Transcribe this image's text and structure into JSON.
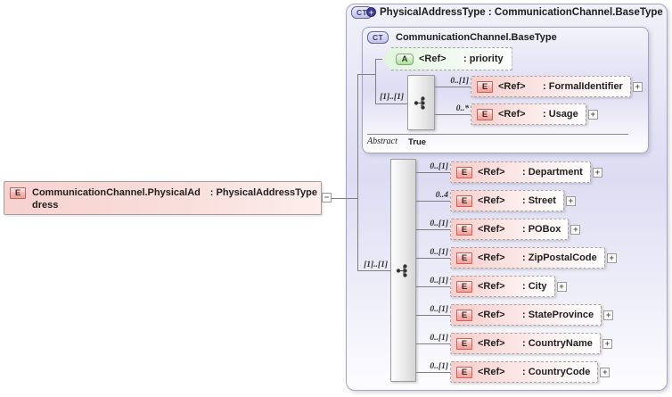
{
  "icons": {
    "complex_type": "CT",
    "complex_type_plus": "+",
    "element": "E",
    "attribute": "A",
    "expand": "+",
    "collapse": "−"
  },
  "root_element": {
    "name": "CommunicationChannel.PhysicalAddress",
    "type": ": PhysicalAddressType"
  },
  "outer_type": {
    "title": "PhysicalAddressType : CommunicationChannel.BaseType"
  },
  "base_type": {
    "title": "CommunicationChannel.BaseType",
    "attribute": {
      "ref": "<Ref>",
      "type": ": priority"
    },
    "sequence": {
      "cardinality": "[1]..[1]",
      "children": [
        {
          "cardinality": "0..[1]",
          "ref": "<Ref>",
          "type": ": FormalIdentifier"
        },
        {
          "cardinality": "0..*",
          "ref": "<Ref>",
          "type": ": Usage"
        }
      ]
    },
    "abstract_label": "Abstract",
    "abstract_value": "True"
  },
  "main_sequence": {
    "cardinality": "[1]..[1]",
    "children": [
      {
        "cardinality": "0..[1]",
        "ref": "<Ref>",
        "type": ": Department"
      },
      {
        "cardinality": "0..4",
        "ref": "<Ref>",
        "type": ": Street"
      },
      {
        "cardinality": "0..[1]",
        "ref": "<Ref>",
        "type": ": POBox"
      },
      {
        "cardinality": "0..[1]",
        "ref": "<Ref>",
        "type": ": ZipPostalCode"
      },
      {
        "cardinality": "0..[1]",
        "ref": "<Ref>",
        "type": ": City"
      },
      {
        "cardinality": "0..[1]",
        "ref": "<Ref>",
        "type": ": StateProvince"
      },
      {
        "cardinality": "0..[1]",
        "ref": "<Ref>",
        "type": ": CountryName"
      },
      {
        "cardinality": "0..[1]",
        "ref": "<Ref>",
        "type": ": CountryCode"
      }
    ]
  },
  "palette": {
    "element_pink": "#f6cecb",
    "attribute_green": "#e0f5dd",
    "type_lavender": "#dddcf2",
    "ct_badge_blue": "#3d3d94",
    "line_gray": "#7f7f7f"
  }
}
